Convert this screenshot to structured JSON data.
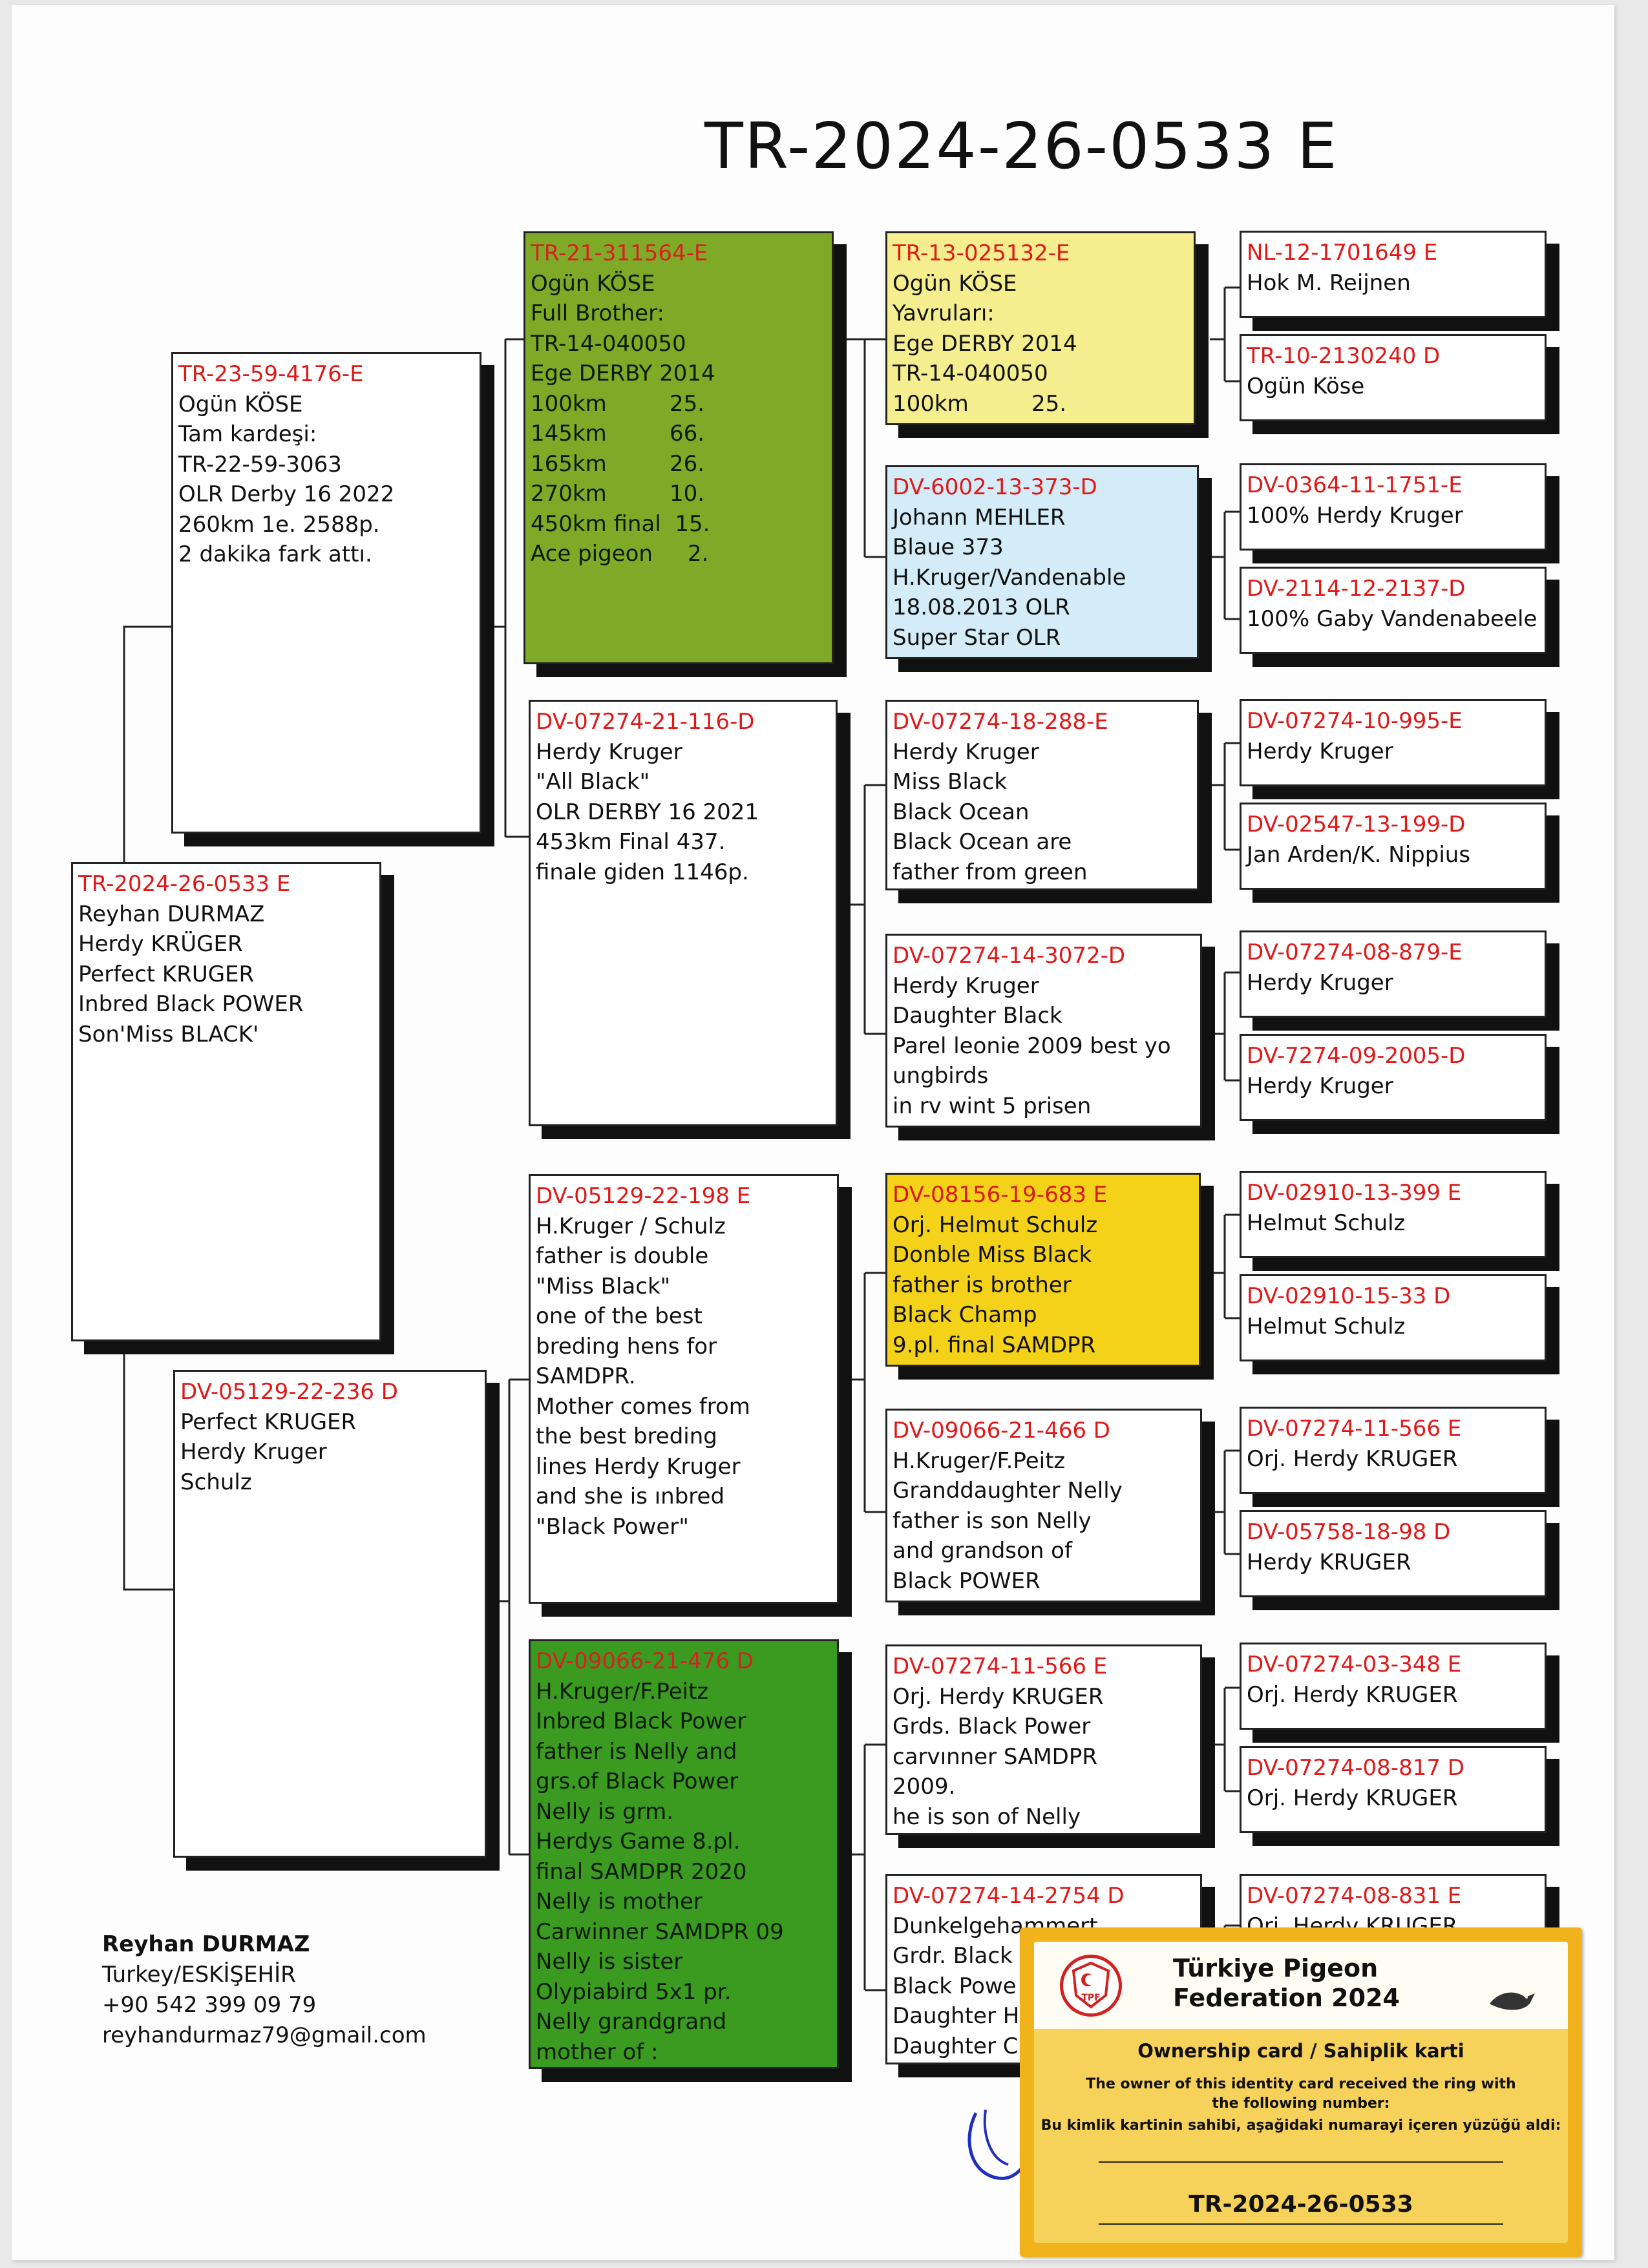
{
  "pedigree_title": "TR-2024-26-0533 E",
  "subject": {
    "lines": [
      "TR-2024-26-0533 E",
      "Reyhan DURMAZ",
      "Herdy KRÜGER",
      "Perfect KRUGER",
      "Inbred Black POWER",
      "Son'Miss BLACK'"
    ]
  },
  "father": {
    "lines": [
      "TR-23-59-4176-E",
      "Ogün KÖSE",
      "Tam kardeşi:",
      "TR-22-59-3063",
      "OLR Derby 16 2022",
      "260km 1e. 2588p.",
      "2 dakika fark attı."
    ]
  },
  "mother": {
    "lines": [
      "DV-05129-22-236 D",
      "Perfect KRUGER",
      "Herdy Kruger",
      "Schulz"
    ]
  },
  "gen3": [
    {
      "lines": [
        "TR-21-311564-E",
        "Ogün KÖSE",
        "Full Brother:",
        "TR-14-040050",
        "Ege DERBY 2014",
        "100km         25.",
        "145km         66.",
        "165km         26.",
        "270km         10.",
        "450km final  15.",
        "Ace pigeon     2."
      ]
    },
    {
      "lines": [
        "DV-07274-21-116-D",
        "Herdy Kruger",
        "\"All Black\"",
        "OLR DERBY 16 2021",
        "453km Final 437.",
        "finale giden 1146p."
      ]
    },
    {
      "lines": [
        "DV-05129-22-198 E",
        "H.Kruger / Schulz",
        "father is double",
        "\"Miss Black\"",
        "one of the best",
        "breding hens for",
        "SAMDPR.",
        "Mother comes from",
        "the best breding",
        "lines Herdy Kruger",
        "and she is ınbred",
        "\"Black Power\""
      ]
    },
    {
      "lines": [
        "DV-09066-21-476 D",
        "H.Kruger/F.Peitz",
        "Inbred Black Power",
        "father is Nelly and",
        "grs.of Black Power",
        "Nelly is grm.",
        "Herdys Game 8.pl.",
        "final SAMDPR 2020",
        "Nelly is mother",
        "Carwinner SAMDPR 09",
        "Nelly is sister",
        "Olypiabird 5x1 pr.",
        "Nelly grandgrand",
        "mother of :"
      ]
    }
  ],
  "gen4": [
    {
      "lines": [
        "TR-13-025132-E",
        "Ogün KÖSE",
        "Yavruları:",
        "Ege DERBY 2014",
        "TR-14-040050",
        "100km         25."
      ]
    },
    {
      "lines": [
        "DV-6002-13-373-D",
        "Johann MEHLER",
        "Blaue 373",
        "H.Kruger/Vandenable",
        "18.08.2013 OLR",
        "Super Star OLR"
      ]
    },
    {
      "lines": [
        "DV-07274-18-288-E",
        "Herdy Kruger",
        "Miss Black",
        "Black Ocean",
        "Black Ocean are",
        "father from green"
      ]
    },
    {
      "lines": [
        "DV-07274-14-3072-D",
        "Herdy Kruger",
        "Daughter Black",
        "Parel leonie 2009 best yo",
        "ungbirds",
        "in rv wint 5 prisen"
      ]
    },
    {
      "lines": [
        "DV-08156-19-683 E",
        "Orj. Helmut Schulz",
        "Donble Miss Black",
        "father is brother",
        "Black Champ",
        "9.pl. final SAMDPR"
      ]
    },
    {
      "lines": [
        "DV-09066-21-466 D",
        "H.Kruger/F.Peitz",
        "Granddaughter Nelly",
        "father is son Nelly",
        "and grandson of",
        "Black POWER"
      ]
    },
    {
      "lines": [
        "DV-07274-11-566 E",
        "Orj. Herdy KRUGER",
        "Grds. Black Power",
        "carvınner SAMDPR",
        "2009.",
        "he is son of Nelly"
      ]
    },
    {
      "lines": [
        "DV-07274-14-2754 D",
        "Dunkelgehammert",
        "Grdr. Black",
        "Black Powe",
        "Daughter H",
        "Daughter C"
      ]
    }
  ],
  "gen5": [
    {
      "lines": [
        "NL-12-1701649 E",
        "Hok M. Reijnen"
      ]
    },
    {
      "lines": [
        "TR-10-2130240 D",
        "Ogün Köse"
      ]
    },
    {
      "lines": [
        "DV-0364-11-1751-E",
        "100% Herdy Kruger"
      ]
    },
    {
      "lines": [
        "DV-2114-12-2137-D",
        "100% Gaby Vandenabeele"
      ]
    },
    {
      "lines": [
        "DV-07274-10-995-E",
        "Herdy Kruger"
      ]
    },
    {
      "lines": [
        "DV-02547-13-199-D",
        "Jan Arden/K. Nippius"
      ]
    },
    {
      "lines": [
        "DV-07274-08-879-E",
        "Herdy Kruger"
      ]
    },
    {
      "lines": [
        "DV-7274-09-2005-D",
        "Herdy Kruger"
      ]
    },
    {
      "lines": [
        "DV-02910-13-399 E",
        "Helmut Schulz"
      ]
    },
    {
      "lines": [
        "DV-02910-15-33 D",
        "Helmut Schulz"
      ]
    },
    {
      "lines": [
        "DV-07274-11-566 E",
        "Orj. Herdy KRUGER"
      ]
    },
    {
      "lines": [
        "DV-05758-18-98 D",
        "Herdy KRUGER"
      ]
    },
    {
      "lines": [
        "DV-07274-03-348 E",
        "Orj. Herdy KRUGER"
      ]
    },
    {
      "lines": [
        "DV-07274-08-817 D",
        "Orj. Herdy KRUGER"
      ]
    },
    {
      "lines": [
        "DV-07274-08-831 E",
        "Orj. Herdy KRUGER"
      ]
    }
  ],
  "owner": {
    "name": "Reyhan DURMAZ",
    "location": "Turkey/ESKİŞEHİR",
    "phone": "+90 542 399 09 79",
    "email": "reyhandurmaz79@gmail.com"
  },
  "ownership_card": {
    "logo_text": "TPF",
    "title_line1": "Türkiye Pigeon",
    "title_line2": "Federation 2024",
    "subtitle": "Ownership card / Sahiplik karti",
    "text_en_1": "The owner of this identity card received the ring with",
    "text_en_2": "the following number:",
    "text_tr": "Bu kimlik kartinin sahibi, aşağidaki numarayi içeren yüzüğü aldi:",
    "ring_number": "TR-2024-26-0533"
  },
  "colors": {
    "red_text": "#e01818",
    "green_box_1": "#7faa28",
    "green_box_2": "#3a9b20",
    "yellow_box_1": "#f5ee8e",
    "yellow_box_2": "#f4d21a",
    "blue_box": "#d3ecf7",
    "card_orange": "#f1b31c"
  }
}
